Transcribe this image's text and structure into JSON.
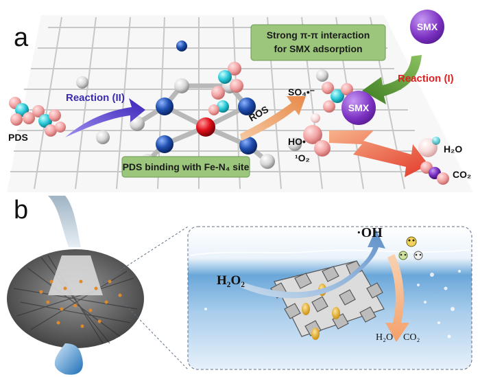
{
  "panel_a": {
    "letter": "a",
    "interaction_line1": "Strong π-π interaction",
    "interaction_line2": "for SMX adsorption",
    "reaction_ii": "Reaction (II)",
    "reaction_i": "Reaction (I)",
    "pds": "PDS",
    "smx_top": "SMX",
    "smx_mid": "SMX",
    "sulfate": "SO₄•⁻",
    "ros": "ROS",
    "hydroxyl": "HO•",
    "singlet_oxygen": "¹O₂",
    "water": "H₂O",
    "carbon_dioxide": "CO₂",
    "binding_box": "PDS binding with Fe-N₄ site"
  },
  "panel_b": {
    "letter": "b",
    "oh_radical": "·OH",
    "h2o2": "H₂O₂",
    "water": "H₂O",
    "carbon_dioxide": "CO₂"
  },
  "colors": {
    "fe_atom": "#e0101a",
    "n_atom": "#1f4fb0",
    "smx_sphere": "#7a2fc0",
    "reaction_ii_text": "#3a2ab0",
    "reaction_i_text": "#e02020",
    "green_box": "#9cc67c",
    "water_blue": "#6aa7d9"
  }
}
